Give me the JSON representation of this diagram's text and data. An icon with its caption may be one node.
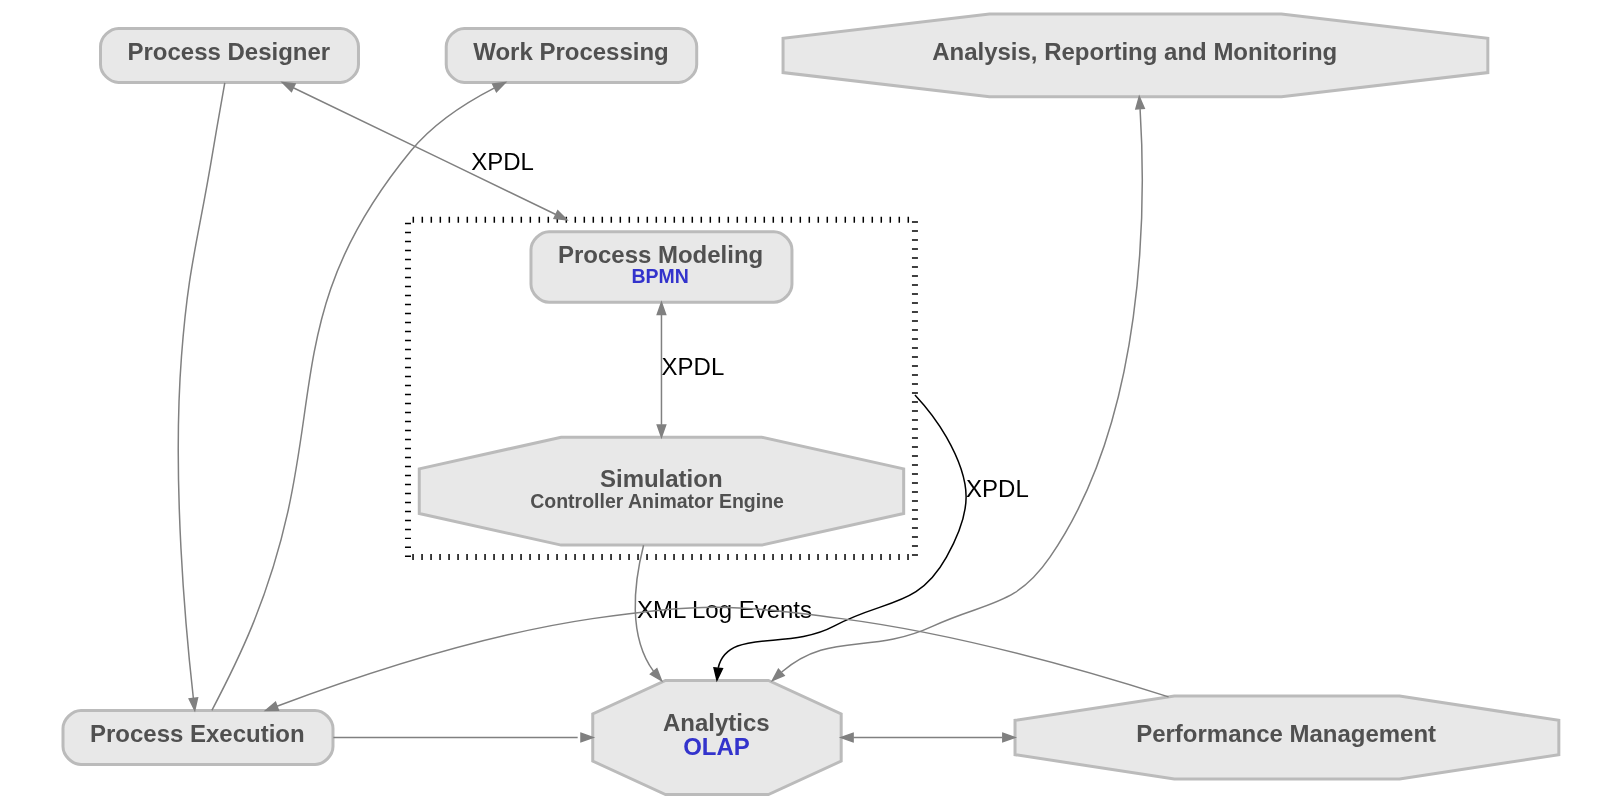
{
  "diagram": {
    "nodes": [
      {
        "text": [],
        "shape": "box"
      },
      {
        "text": [
          "Process Modeling",
          "BPMN"
        ],
        "in": 0
      },
      {
        "text": [
          "Simulation",
          "Controller Animator Engine"
        ],
        "in": 0
      },
      {
        "text": [
          "Work Processing"
        ]
      },
      {
        "text": [
          "Process Designer"
        ]
      },
      {
        "text": [
          "Analysis, Reporting and Monitoring"
        ]
      },
      {
        "text": [
          "Process Execution"
        ]
      },
      {
        "text": [
          "Analytics",
          "OLAP"
        ]
      },
      {
        "text": [
          "Performance Management"
        ]
      }
    ],
    "edges": [
      {
        "from": 4,
        "to": 0,
        "arrow": "both",
        "label": "XPDL"
      },
      {
        "from": 1,
        "to": 2,
        "arrow": "both",
        "label": "XPDL"
      },
      {
        "from": 0,
        "to": 7,
        "arrow": "to",
        "label": "XPDL",
        "color": "#000000"
      },
      {
        "from": 2,
        "to": 7,
        "arrow": "to",
        "label": "XML Log Events"
      },
      {
        "from": 6,
        "to": 3,
        "arrow": "to"
      },
      {
        "from": 4,
        "to": 6,
        "arrow": "to"
      },
      {
        "from": 6,
        "to": 7,
        "arrow": "to"
      },
      {
        "from": 8,
        "to": 6,
        "arrow": "to"
      },
      {
        "from": 7,
        "to": 8,
        "arrow": "both"
      },
      {
        "from": 7,
        "to": 5,
        "arrow": "both"
      }
    ]
  }
}
